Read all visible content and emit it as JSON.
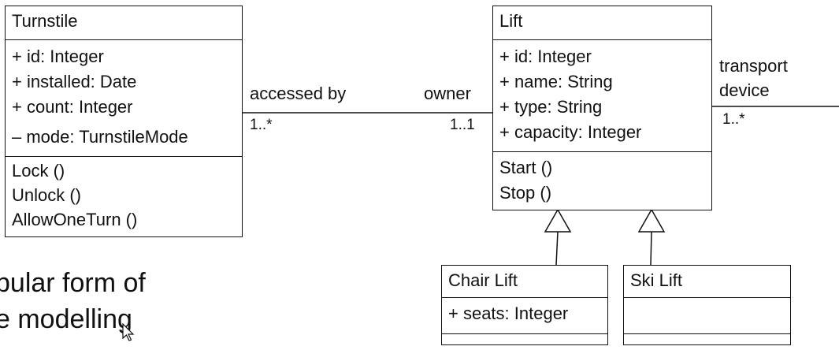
{
  "classes": {
    "turnstile": {
      "name": "Turnstile",
      "attributes": [
        "+ id: Integer",
        "+ installed: Date",
        "+ count: Integer",
        "– mode: TurnstileMode"
      ],
      "operations": [
        "Lock ()",
        "Unlock ()",
        "AllowOneTurn ()"
      ]
    },
    "lift": {
      "name": "Lift",
      "attributes": [
        "+ id: Integer",
        "+ name: String",
        "+ type: String",
        "+ capacity: Integer"
      ],
      "operations": [
        "Start ()",
        "Stop ()"
      ]
    },
    "chair_lift": {
      "name": "Chair Lift",
      "attributes": [
        "+ seats: Integer"
      ]
    },
    "ski_lift": {
      "name": "Ski Lift"
    }
  },
  "associations": {
    "turnstile_lift": {
      "left_role": "accessed by",
      "left_mult": "1..*",
      "right_role": "owner",
      "right_mult": "1..1"
    },
    "lift_transport": {
      "role_line1": "transport",
      "role_line2": "device",
      "mult": "1..*"
    }
  },
  "background_text": {
    "line1": "pular form of",
    "line2": "e modelling"
  }
}
